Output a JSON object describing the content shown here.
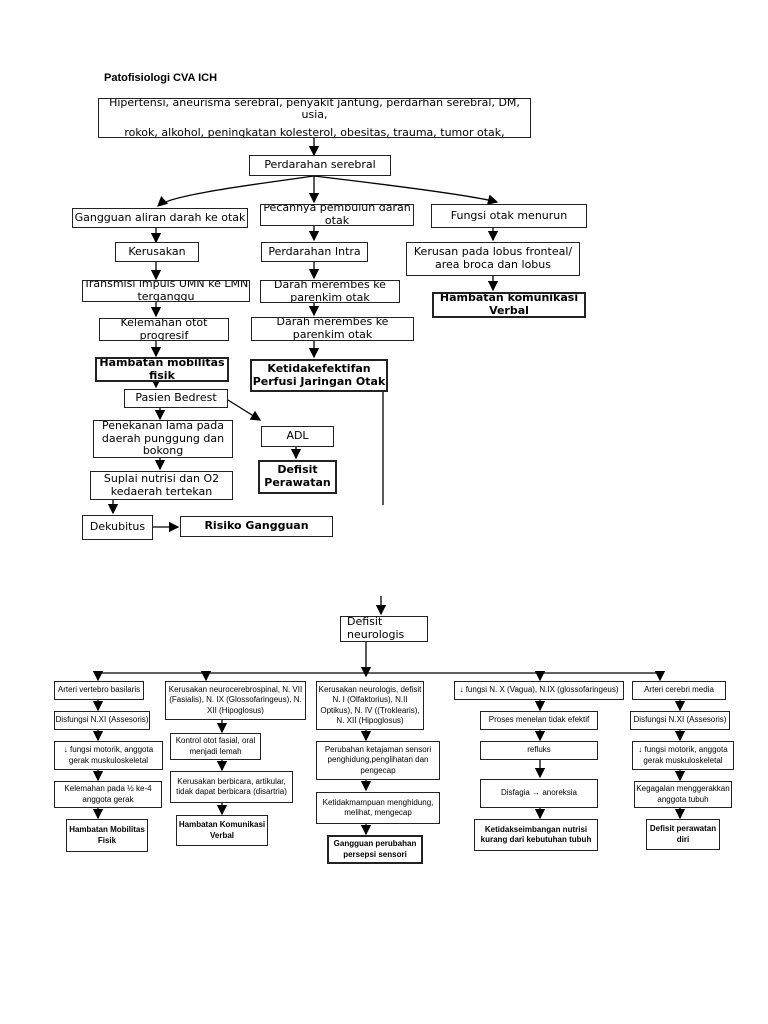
{
  "title": "Patofisiologi CVA ICH",
  "top": {
    "causes_line1": "Hipertensi, aneurisma serebral, penyakit jantung, perdarhan serebral, DM, usia,",
    "causes_line2": "rokok, alkohol, peningkatan kolesterol, obesitas, trauma, tumor otak,",
    "bleeding": "Perdarahan serebral",
    "left": {
      "c1": "Gangguan aliran darah ke otak",
      "c2": "Kerusakan",
      "c3": "Transmisi impuls UMN ke LMN terganggu",
      "c4": "Kelemahan otot progresif",
      "c5": "Hambatan mobilitas fisik",
      "c6": "Pasien Bedrest",
      "c7": "Penekanan lama pada daerah punggung dan bokong",
      "c8": "Suplai nutrisi dan O2 kedaerah tertekan",
      "c9": "Dekubitus",
      "c10": "Risiko Gangguan",
      "adl": "ADL",
      "self_care": "Defisit Perawatan"
    },
    "middle": {
      "m1": "Pecahnya pembuluh darah otak",
      "m2": "Perdarahan Intra",
      "m3": "Darah merembes ke parenkim otak",
      "m4": "Darah merembes ke parenkim otak",
      "m5": "Ketidakefektifan Perfusi Jaringan Otak"
    },
    "right": {
      "r1": "Fungsi otak menurun",
      "r2": "Kerusan pada lobus fronteal/ area broca dan lobus",
      "r3": "Hambatan komunikasi Verbal"
    }
  },
  "bottom": {
    "root": "Defisit neurologis",
    "col1": {
      "a": "Arteri vertebro basilaris",
      "b": "Disfungsi N.XI (Assesoris)",
      "c": "↓ fungsi motorik, anggota gerak muskuloskeletal",
      "d": "Kelemahan pada ½ ke-4 anggota gerak",
      "e": "Hambatan Mobilitas Fisik"
    },
    "col2": {
      "a": "Kerusakan neurocerebrospinal, N. VII (Fasialis), N. IX (Glossofaringeus), N. XII (Hipoglosus)",
      "b": "Kontrol otot fasial, oral menjadi lemah",
      "c": "Kerusakan berbicara, artikular, tidak dapat berbicara (disartria)",
      "d": "Hambatan Komunikasi Verbal"
    },
    "col3": {
      "a": "Kerusakan neurologis, defisit N. I (Olfaktorius), N.II Optikus), N. IV ((Troklearis), N. XII (Hipoglosus)",
      "b": "Perubahan ketajaman sensori penghidung,penglihatan dan pengecap",
      "c": "Ketidakmampuan menghidung, melihat, mengecap",
      "d": "Gangguan perubahan persepsi sensori"
    },
    "col4": {
      "a": "↓ fungsi N. X (Vagua), N.IX (glossofaringeus)",
      "b": "Proses menelan tidak efektif",
      "c": "refluks",
      "d": "Disfagia → anoreksia",
      "e": "Ketidakseimbangan nutrisi kurang dari kebutuhan tubuh"
    },
    "col5": {
      "a": "Arteri cerebri media",
      "b": "Disfungsi N.XI (Assesoris)",
      "c": "↓ fungsi motorik, anggota gerak muskuloskeletal",
      "d": "Kegagalan menggerakkan anggota tubuh",
      "e": "Defisit perawatan diri"
    }
  }
}
